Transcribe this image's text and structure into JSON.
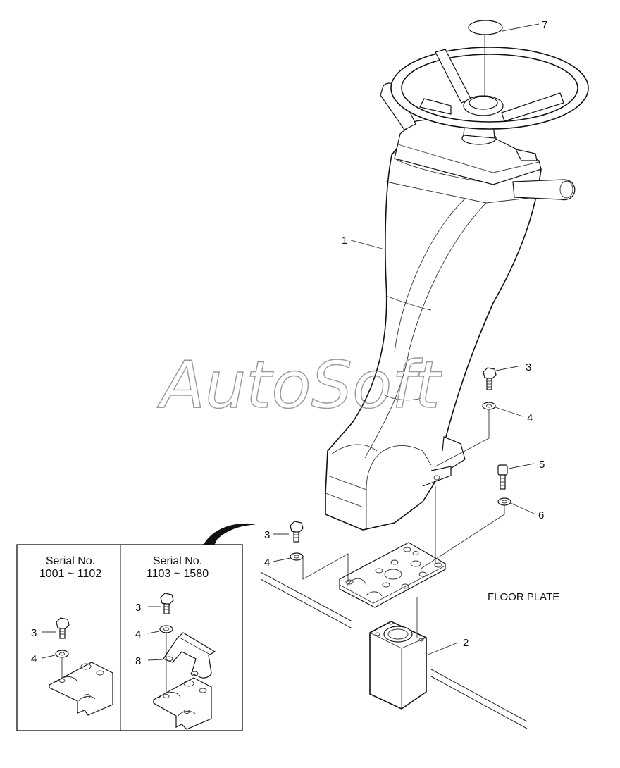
{
  "watermark": "AutoSoft",
  "callouts": {
    "c1": "1",
    "c2": "2",
    "c3a": "3",
    "c4a": "4",
    "c5": "5",
    "c6": "6",
    "c7": "7",
    "c3b": "3",
    "c4b": "4"
  },
  "floor_plate_label": "FLOOR PLATE",
  "inset": {
    "left": {
      "title_line1": "Serial No.",
      "title_line2": "1001 ~ 1102",
      "c3": "3",
      "c4": "4"
    },
    "right": {
      "title_line1": "Serial No.",
      "title_line2": "1103 ~ 1580",
      "c3": "3",
      "c4": "4",
      "c8": "8"
    }
  }
}
